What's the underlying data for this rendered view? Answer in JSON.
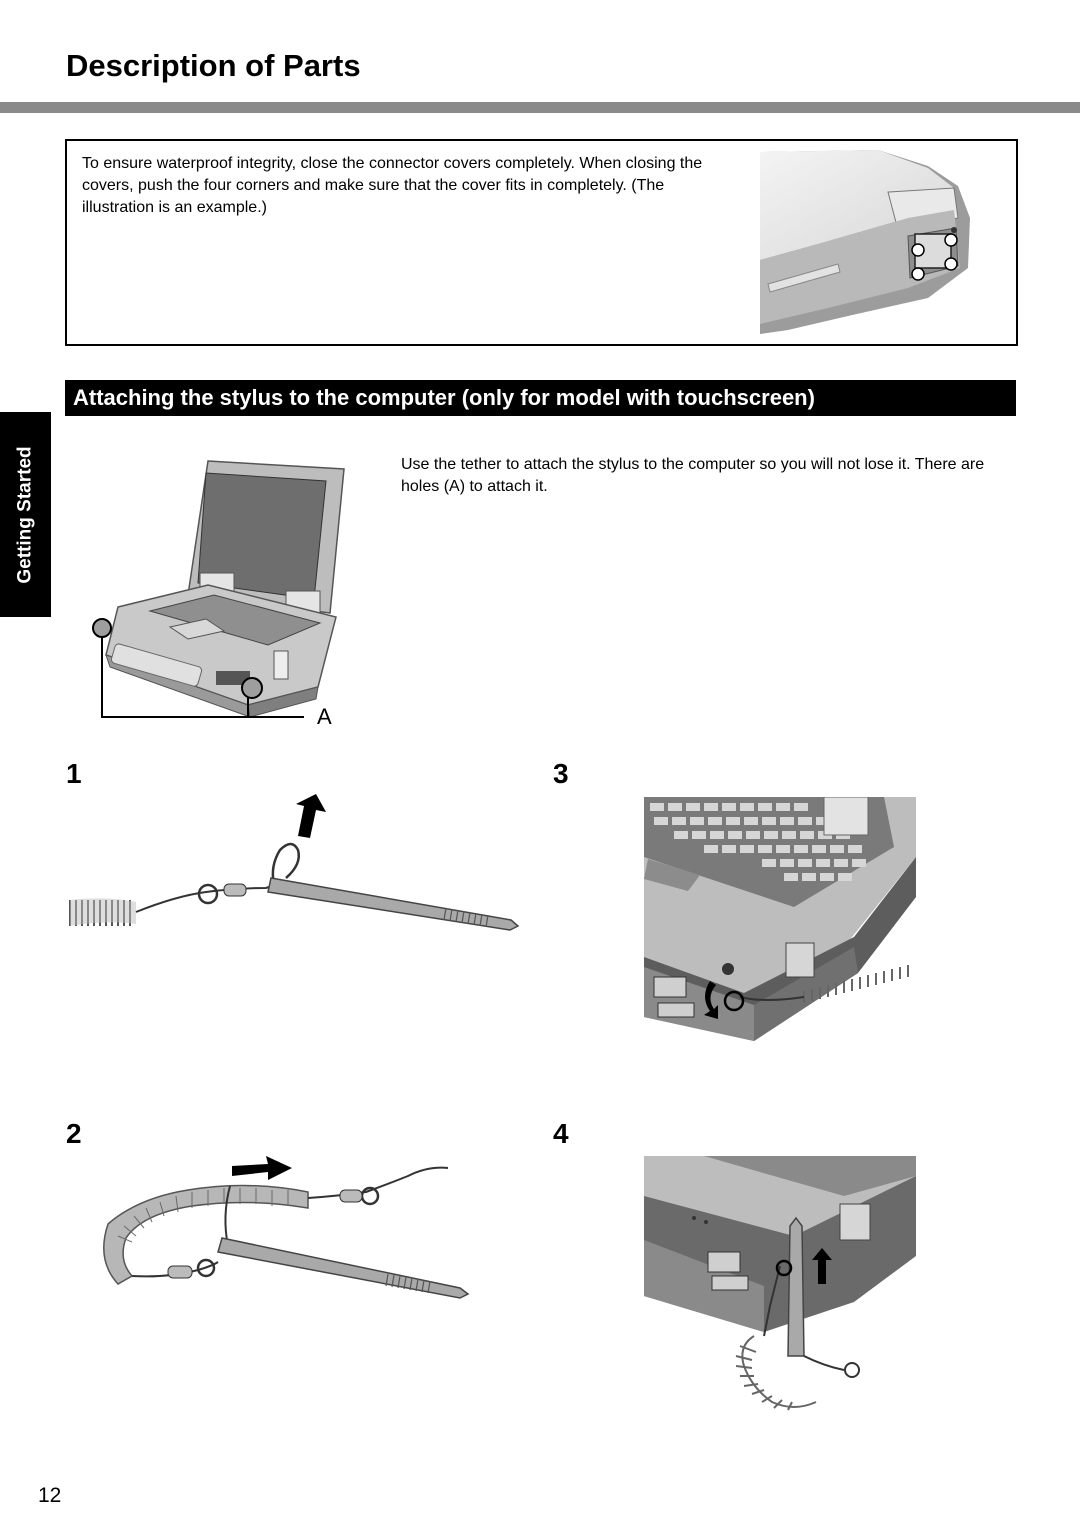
{
  "page": {
    "title": "Description of Parts",
    "side_tab": "Getting Started",
    "page_number": "12"
  },
  "note": {
    "text": "To ensure waterproof integrity, close the connector covers completely. When closing the covers, push the four corners and make sure that the cover fits in completely. (The illustration is an example.)"
  },
  "stylus_section": {
    "heading": "Attaching the stylus to the computer (only for model with touchscreen)",
    "text": "Use the tether to attach the stylus to the computer so you will not lose it. There are holes (A) to attach it.",
    "callout_label": "A"
  },
  "steps": {
    "step1": "1",
    "step2": "2",
    "step3": "3",
    "step4": "4"
  },
  "colors": {
    "title_rule": "#8a8a8a",
    "heading_bg": "#000000",
    "side_tab_bg": "#000000"
  }
}
